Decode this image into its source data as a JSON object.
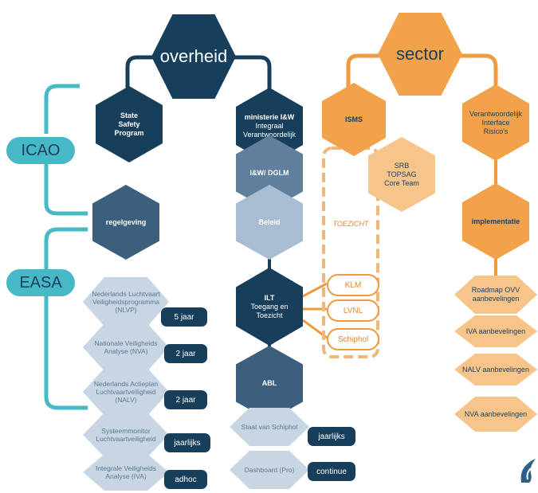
{
  "top": {
    "overheid": "overheid",
    "sector": "sector"
  },
  "left": {
    "icao": "ICAO",
    "easa": "EASA",
    "regelgeving": "regelgeving",
    "ssp": [
      "State",
      "Safety",
      "Program"
    ]
  },
  "gov": {
    "ministerie_title": "ministerie I&W",
    "ministerie_sub": [
      "Integraal",
      "Verantwoordelijk"
    ],
    "dglm": "I&W/ DGLM",
    "beleid": "Beleid",
    "ilt": [
      "ILT",
      "Toegang en",
      "Toezicht"
    ],
    "abl": "ABL"
  },
  "sectorside": {
    "isms": "ISMS",
    "srb": [
      "SRB",
      "TOPSAG",
      "Core Team"
    ],
    "verant": [
      "Verantwoordelijk",
      "Interface",
      "Risico's"
    ],
    "implementatie": "implementatie",
    "toezicht": "TOEZICHT"
  },
  "chips": [
    "KLM",
    "LVNL",
    "Schiphol"
  ],
  "programs": [
    {
      "lines": [
        "Nederlands Luchtvaart",
        "Veiligheidsprogramma",
        "(NLVP)"
      ],
      "tag": "5 jaar"
    },
    {
      "lines": [
        "Nationale Veiligheids",
        "Analyse (NVA)"
      ],
      "tag": "2 jaar"
    },
    {
      "lines": [
        "Nederlands Actieplan",
        "Luchtvaartveiligheid",
        "(NALV)"
      ],
      "tag": "2 jaar"
    },
    {
      "lines": [
        "Systeemmonitor",
        "Luchtvaartveiligheid"
      ],
      "tag": "jaarlijks"
    },
    {
      "lines": [
        "Integrale Veiligheids",
        "Analyse (IVA)"
      ],
      "tag": "adhoc"
    }
  ],
  "schiphol": [
    {
      "label": "Staat van Schiphol",
      "tag": "jaarlijks"
    },
    {
      "label": "Dashboard (Pro)",
      "tag": "continue"
    }
  ],
  "recs": [
    [
      "Roadmap OVV",
      "aanbevelingen"
    ],
    [
      "IVA aanbevelingen"
    ],
    [
      "NALV aanbevelingen"
    ],
    [
      "NVA aanbevelingen"
    ]
  ],
  "colors": {
    "navy": "#173f5c",
    "navy_light": "#3c5f7d",
    "steel": "#5f7f9c",
    "pale": "#a9bdd2",
    "teal": "#47b9c6",
    "orange": "#f2a24a",
    "orange_pale": "#f7c489"
  }
}
